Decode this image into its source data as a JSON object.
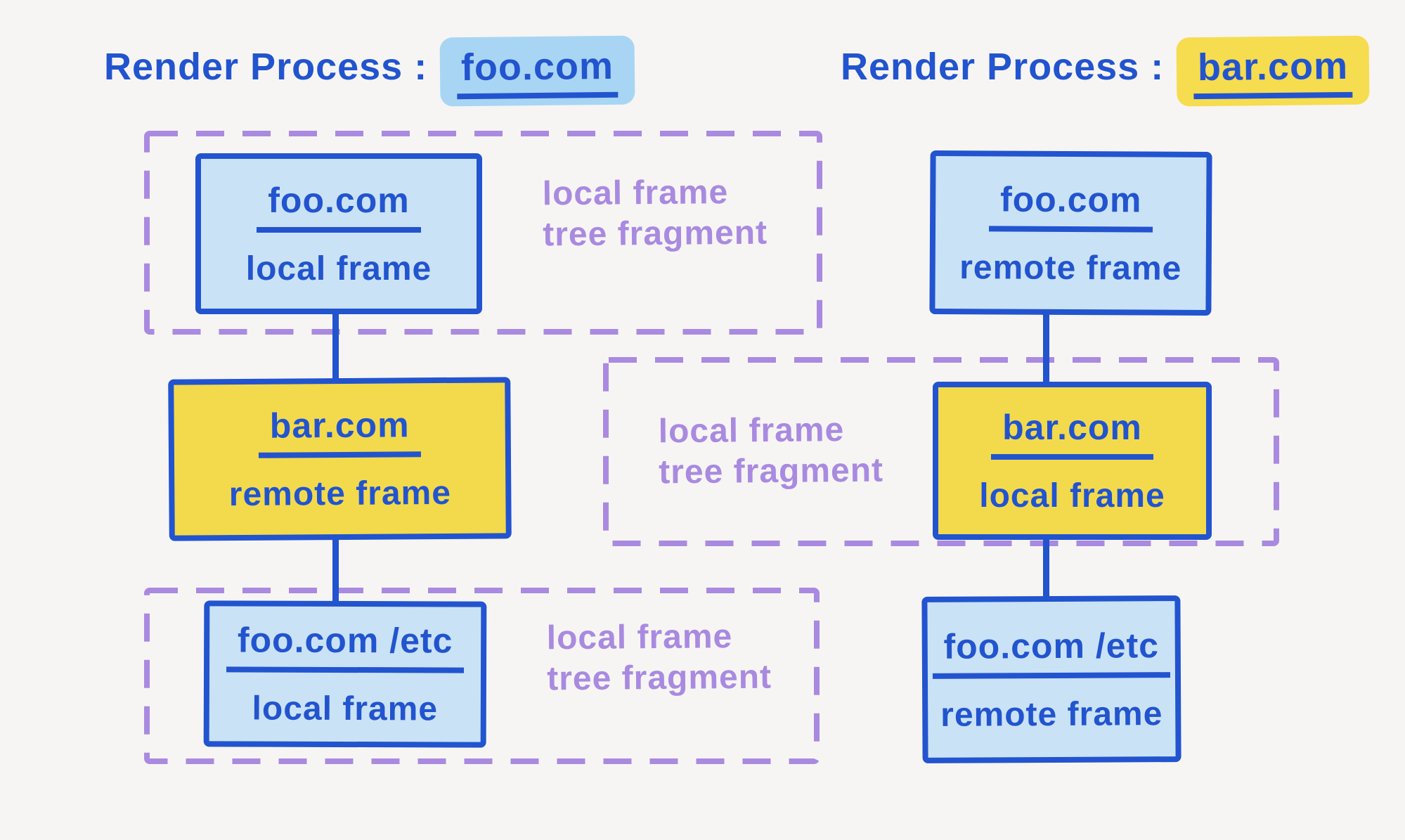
{
  "colors": {
    "background": "#f6f5f3",
    "ink_blue": "#2254cf",
    "light_blue_fill": "#c9e2f5",
    "yellow_fill": "#f3da4c",
    "purple": "#a98ae0",
    "foo_highlight": "#a8d5f4",
    "bar_highlight": "#f6dc4f"
  },
  "left_process": {
    "title": "Render Process :",
    "domain": "foo.com",
    "top_node": {
      "domain": "foo.com",
      "kind": "local frame"
    },
    "middle_node": {
      "domain": "bar.com",
      "kind": "remote frame"
    },
    "bottom_node": {
      "domain": "foo.com /etc",
      "kind": "local frame"
    },
    "top_fragment_label": {
      "line1": "local frame",
      "line2": "tree fragment"
    },
    "bottom_fragment_label": {
      "line1": "local frame",
      "line2": "tree fragment"
    }
  },
  "right_process": {
    "title": "Render Process :",
    "domain": "bar.com",
    "top_node": {
      "domain": "foo.com",
      "kind": "remote frame"
    },
    "middle_node": {
      "domain": "bar.com",
      "kind": "local frame"
    },
    "bottom_node": {
      "domain": "foo.com /etc",
      "kind": "remote frame"
    },
    "fragment_label": {
      "line1": "local frame",
      "line2": "tree fragment"
    }
  }
}
